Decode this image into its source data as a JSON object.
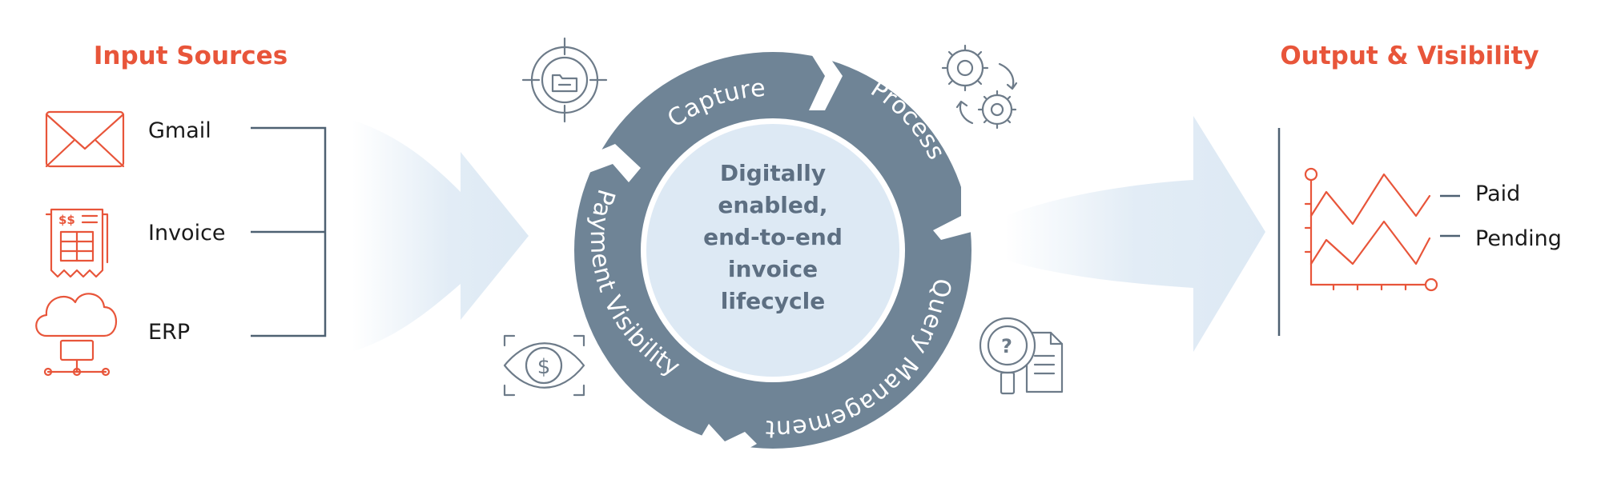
{
  "colors": {
    "accent": "#e8553a",
    "ring": "#6f8496",
    "center_fill": "#dde9f4",
    "arrow_fill": "#dde9f4",
    "text_dark": "#1a1a1a",
    "center_text": "#5d6f82"
  },
  "left": {
    "heading": "Input Sources",
    "sources": [
      {
        "label": "Gmail",
        "icon": "mail-icon"
      },
      {
        "label": "Invoice",
        "icon": "invoice-icon"
      },
      {
        "label": "ERP",
        "icon": "cloud-network-icon"
      }
    ]
  },
  "cycle": {
    "center_lines": [
      "Digitally",
      "enabled,",
      "end-to-end",
      "invoice",
      "lifecycle"
    ],
    "stages": [
      {
        "label": "Capture",
        "icon": "target-folder-icon"
      },
      {
        "label": "Process",
        "icon": "gears-icon"
      },
      {
        "label": "Query Management",
        "icon": "magnifier-document-icon"
      },
      {
        "label": "Payment Visibility",
        "icon": "eye-dollar-icon"
      }
    ]
  },
  "right": {
    "heading": "Output & Visibility",
    "legend": [
      "Paid",
      "Pending"
    ],
    "icon": "line-chart-icon"
  }
}
